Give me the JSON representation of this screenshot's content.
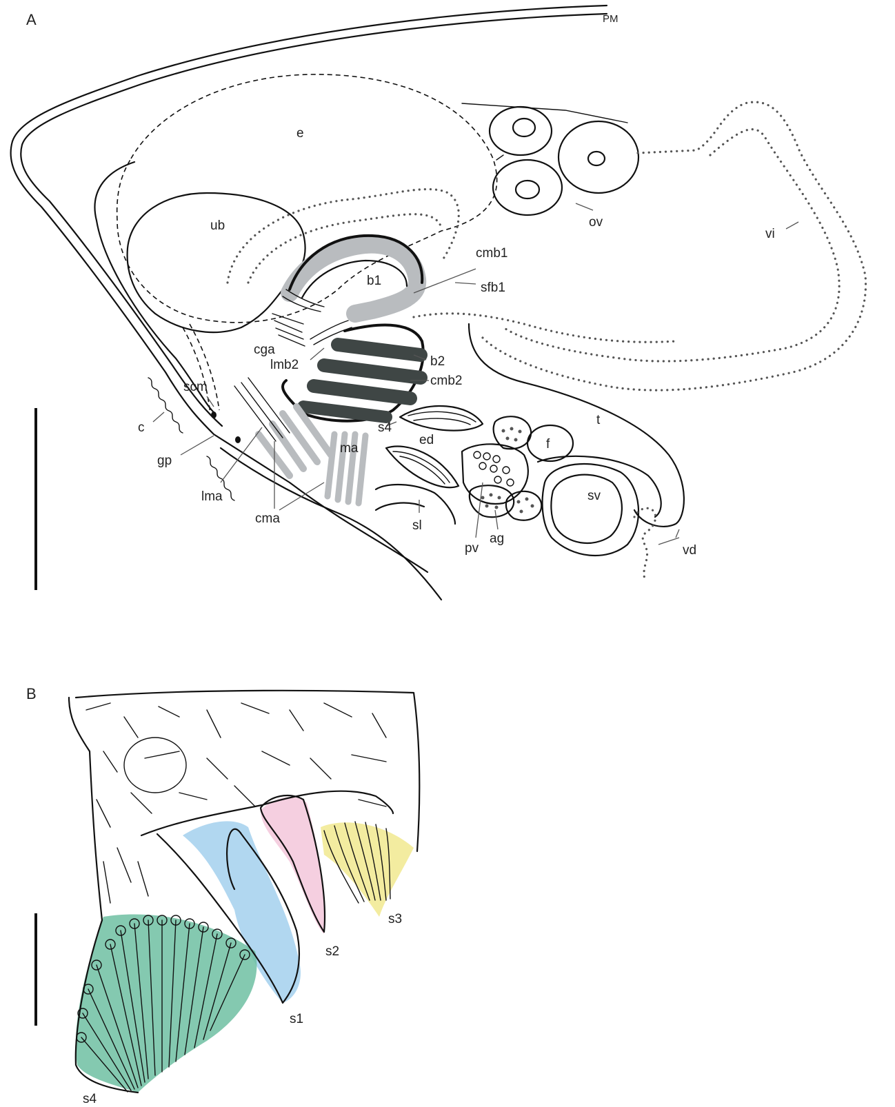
{
  "panels": {
    "a": "A",
    "b": "B"
  },
  "signature": "PM",
  "labels_a": {
    "e": "e",
    "ub": "ub",
    "b1": "b1",
    "cmb1": "cmb1",
    "sfb1": "sfb1",
    "ov": "ov",
    "vi": "vi",
    "cga": "cga",
    "lmb2": "lmb2",
    "b2": "b2",
    "cmb2": "cmb2",
    "scm": "scm",
    "c": "c",
    "gp": "gp",
    "lma": "lma",
    "cma": "cma",
    "ma": "ma",
    "s4": "s4",
    "ed": "ed",
    "sl": "sl",
    "pv": "pv",
    "ag": "ag",
    "f": "f",
    "t": "t",
    "sv": "sv",
    "vd": "vd"
  },
  "labels_b": {
    "s1": "s1",
    "s2": "s2",
    "s3": "s3",
    "s4": "s4"
  },
  "colors": {
    "muscle_dark": "#3f4645",
    "muscle_grey": "#b9bcbf",
    "s1_blue": "#a9d3ee",
    "s2_pink": "#f5cfe0",
    "s3_yellow": "#f3eca0",
    "s4_green": "#6fbfa2"
  }
}
